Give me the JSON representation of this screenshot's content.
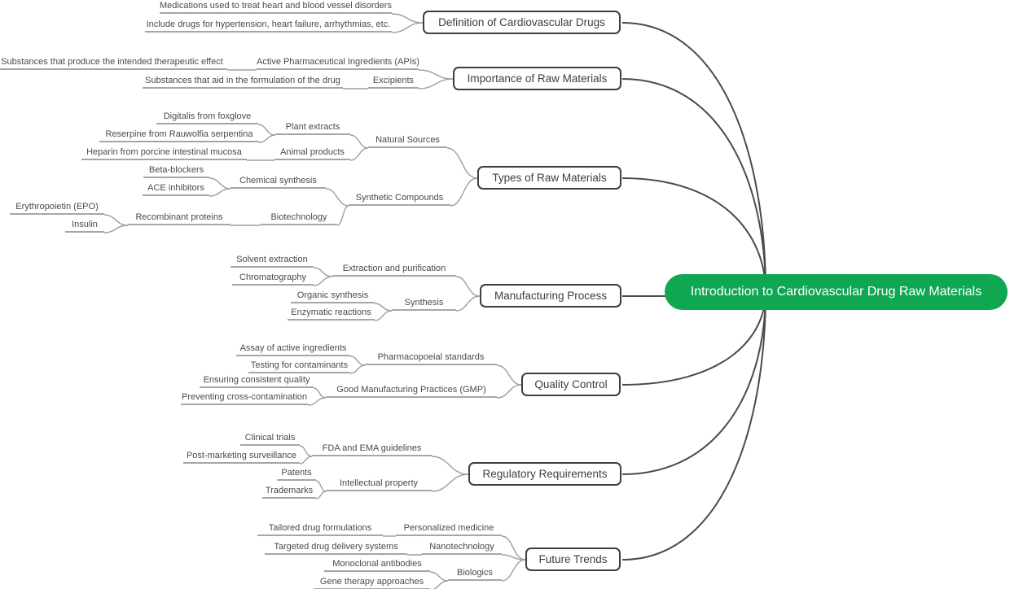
{
  "colors": {
    "root_bg": "#10a752",
    "root_text": "#ffffff",
    "branch_border": "#3e3e3e",
    "branch_text": "#3e3e3e",
    "leaf_text": "#4a4a4a",
    "underline": "#a6a6a6",
    "small_link": "#9e9e9e",
    "root_link": "#4a4a4a"
  },
  "mindmap": {
    "root": {
      "label": "Introduction to Cardiovascular Drug Raw Materials"
    },
    "branches": [
      {
        "label": "Definition of Cardiovascular Drugs",
        "children": [
          {
            "label": "Medications used to treat heart and blood vessel disorders"
          },
          {
            "label": "Include drugs for hypertension, heart failure, arrhythmias, etc."
          }
        ]
      },
      {
        "label": "Importance of Raw Materials",
        "children": [
          {
            "label": "Active Pharmaceutical Ingredients (APIs)",
            "children": [
              {
                "label": "Substances that produce the intended therapeutic effect"
              }
            ]
          },
          {
            "label": "Excipients",
            "children": [
              {
                "label": "Substances that aid in the formulation of the drug"
              }
            ]
          }
        ]
      },
      {
        "label": "Types of Raw Materials",
        "children": [
          {
            "label": "Natural Sources",
            "children": [
              {
                "label": "Plant extracts",
                "children": [
                  {
                    "label": "Digitalis from foxglove"
                  },
                  {
                    "label": "Reserpine from Rauwolfia serpentina"
                  }
                ]
              },
              {
                "label": "Animal products",
                "children": [
                  {
                    "label": "Heparin from porcine intestinal mucosa"
                  }
                ]
              }
            ]
          },
          {
            "label": "Synthetic Compounds",
            "children": [
              {
                "label": "Chemical synthesis",
                "children": [
                  {
                    "label": "Beta-blockers"
                  },
                  {
                    "label": "ACE inhibitors"
                  }
                ]
              },
              {
                "label": "Biotechnology",
                "children": [
                  {
                    "label": "Recombinant proteins",
                    "children": [
                      {
                        "label": "Erythropoietin (EPO)"
                      },
                      {
                        "label": "Insulin"
                      }
                    ]
                  }
                ]
              }
            ]
          }
        ]
      },
      {
        "label": "Manufacturing Process",
        "children": [
          {
            "label": "Extraction and purification",
            "children": [
              {
                "label": "Solvent extraction"
              },
              {
                "label": "Chromatography"
              }
            ]
          },
          {
            "label": "Synthesis",
            "children": [
              {
                "label": "Organic synthesis"
              },
              {
                "label": "Enzymatic reactions"
              }
            ]
          }
        ]
      },
      {
        "label": "Quality Control",
        "children": [
          {
            "label": "Pharmacopoeial standards",
            "children": [
              {
                "label": "Assay of active ingredients"
              },
              {
                "label": "Testing for contaminants"
              }
            ]
          },
          {
            "label": "Good Manufacturing Practices (GMP)",
            "children": [
              {
                "label": "Ensuring consistent quality"
              },
              {
                "label": "Preventing cross-contamination"
              }
            ]
          }
        ]
      },
      {
        "label": "Regulatory Requirements",
        "children": [
          {
            "label": "FDA and EMA guidelines",
            "children": [
              {
                "label": "Clinical trials"
              },
              {
                "label": "Post-marketing surveillance"
              }
            ]
          },
          {
            "label": "Intellectual property",
            "children": [
              {
                "label": "Patents"
              },
              {
                "label": "Trademarks"
              }
            ]
          }
        ]
      },
      {
        "label": "Future Trends",
        "children": [
          {
            "label": "Personalized medicine",
            "children": [
              {
                "label": "Tailored drug formulations"
              }
            ]
          },
          {
            "label": "Nanotechnology",
            "children": [
              {
                "label": "Targeted drug delivery systems"
              }
            ]
          },
          {
            "label": "Biologics",
            "children": [
              {
                "label": "Monoclonal antibodies"
              },
              {
                "label": "Gene therapy approaches"
              }
            ]
          }
        ]
      }
    ]
  }
}
